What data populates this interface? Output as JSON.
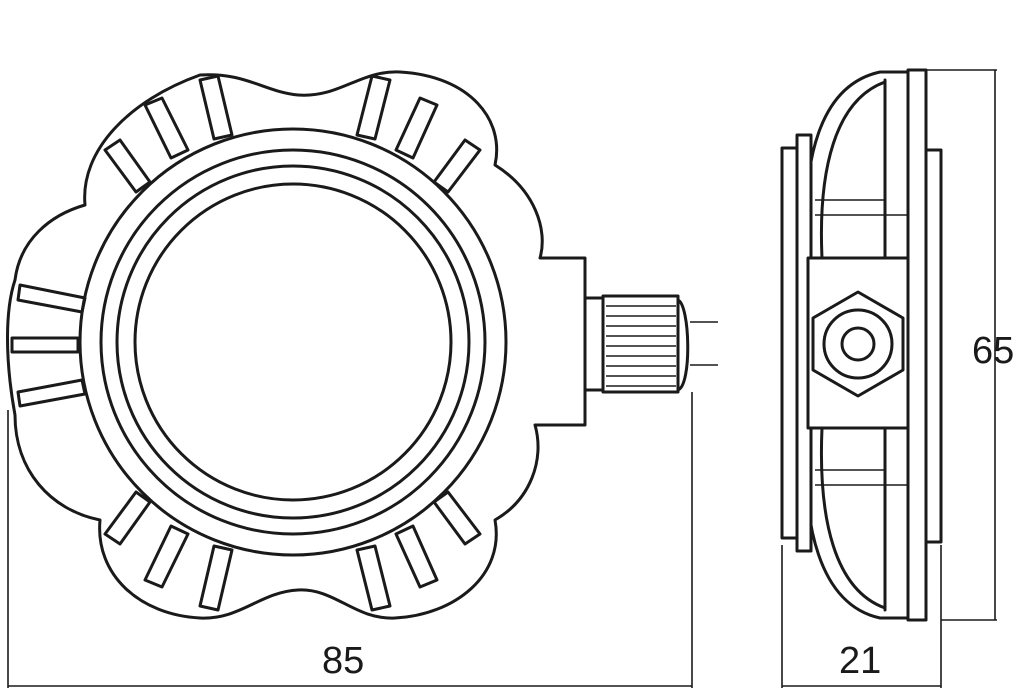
{
  "dimensions": {
    "width_front": "85",
    "depth_side": "21",
    "height_side": "65"
  },
  "colors": {
    "line": "#1a1a1a",
    "background": "#ffffff"
  }
}
